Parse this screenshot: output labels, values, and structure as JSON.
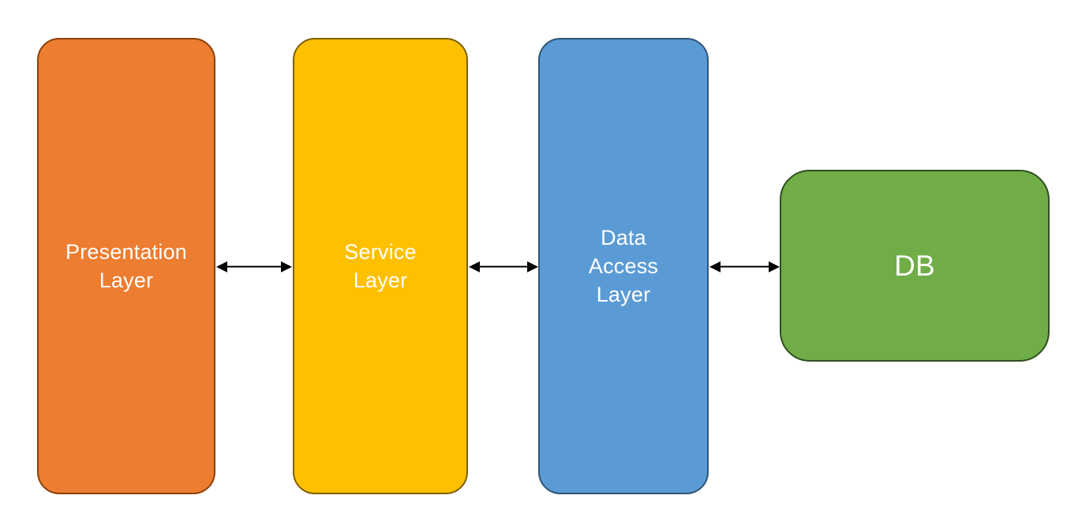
{
  "diagram": {
    "type": "layered-architecture-diagram",
    "background_color": "#ffffff",
    "arrow_color": "#000000",
    "text_color": "#ffffff",
    "nodes": [
      {
        "id": "presentation-layer",
        "label": "Presentation\nLayer",
        "fill": "#ED7D31",
        "border": "#8A4009",
        "shape": "rounded-rectangle"
      },
      {
        "id": "service-layer",
        "label": "Service\nLayer",
        "fill": "#FFC000",
        "border": "#7F6000",
        "shape": "rounded-rectangle"
      },
      {
        "id": "data-access-layer",
        "label": "Data\nAccess\nLayer",
        "fill": "#5B9BD5",
        "border": "#2E5578",
        "shape": "rounded-rectangle"
      },
      {
        "id": "db",
        "label": "DB",
        "fill": "#70AD47",
        "border": "#2E4E1F",
        "shape": "rounded-rectangle"
      }
    ],
    "connectors": [
      {
        "from": "Presentation Layer",
        "to": "Service Layer",
        "style": "double-arrow",
        "color": "#000000"
      },
      {
        "from": "Service Layer",
        "to": "Data Access Layer",
        "style": "double-arrow",
        "color": "#000000"
      },
      {
        "from": "Data Access Layer",
        "to": "DB",
        "style": "double-arrow",
        "color": "#000000"
      }
    ]
  }
}
